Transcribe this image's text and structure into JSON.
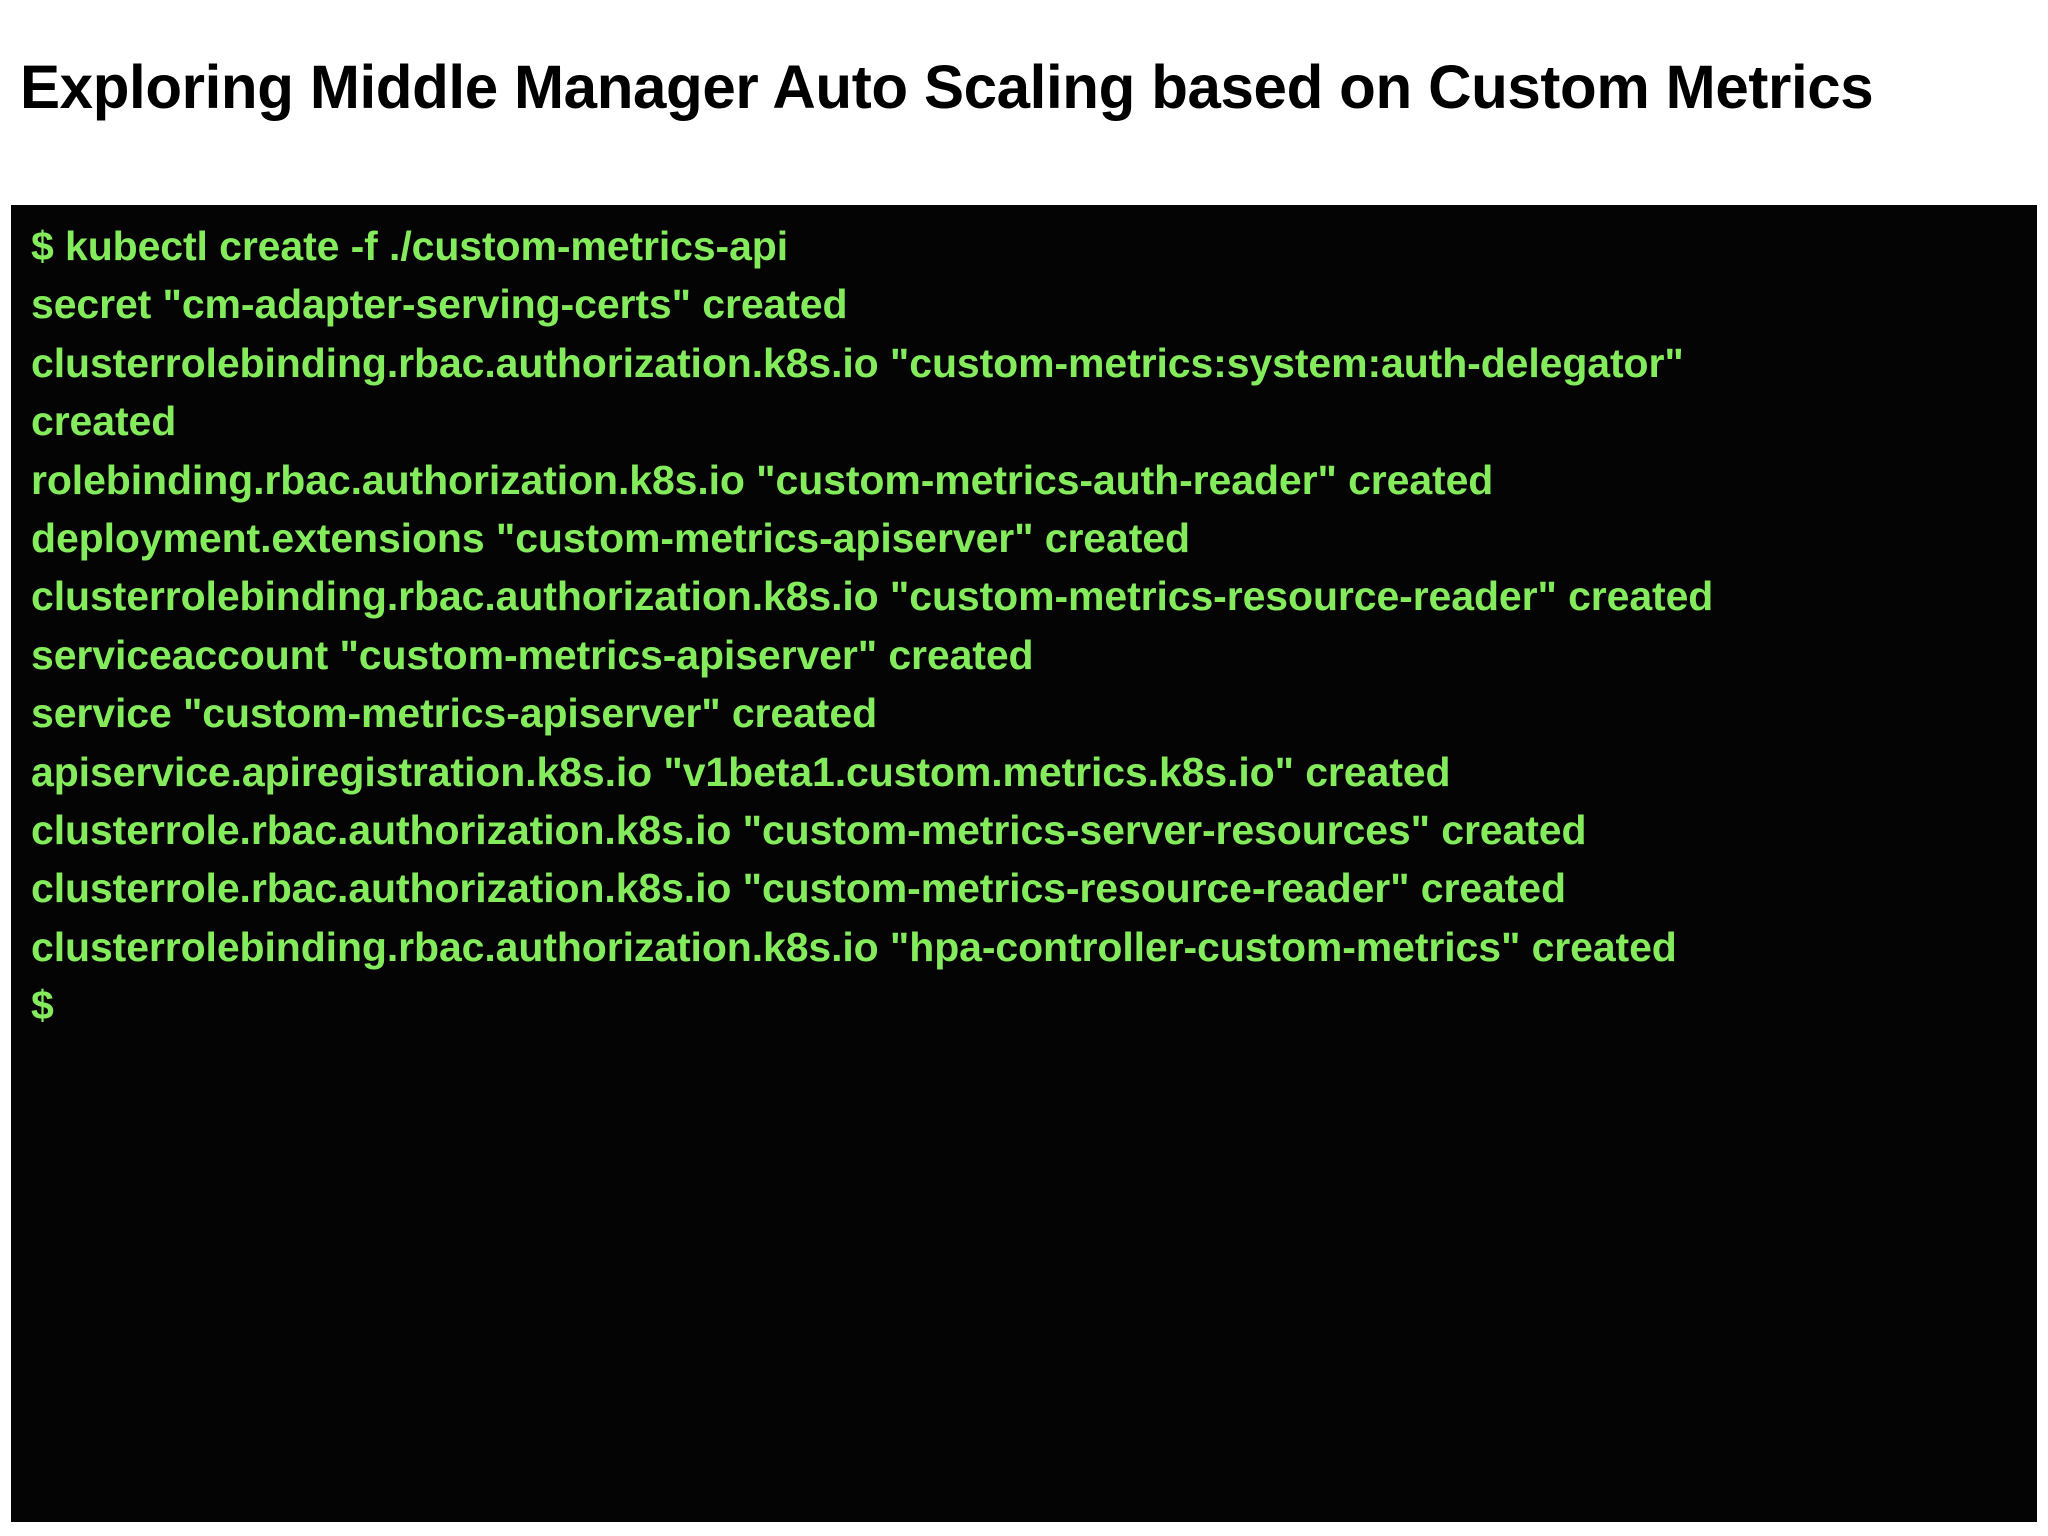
{
  "slide": {
    "title": "Exploring Middle Manager Auto Scaling based on Custom Metrics",
    "background_color": "#ffffff",
    "title_color": "#000000"
  },
  "terminal": {
    "background_color": "#040404",
    "text_color": "#84ec5c",
    "prompt_symbol": "$",
    "command": "kubectl create -f ./custom-metrics-api",
    "lines": [
      "$ kubectl create -f ./custom-metrics-api",
      "secret \"cm-adapter-serving-certs\" created",
      "clusterrolebinding.rbac.authorization.k8s.io \"custom-metrics:system:auth-delegator\"",
      "created",
      "rolebinding.rbac.authorization.k8s.io \"custom-metrics-auth-reader\" created",
      "deployment.extensions \"custom-metrics-apiserver\" created",
      "clusterrolebinding.rbac.authorization.k8s.io \"custom-metrics-resource-reader\" created",
      "serviceaccount \"custom-metrics-apiserver\" created",
      "service \"custom-metrics-apiserver\" created",
      "apiservice.apiregistration.k8s.io \"v1beta1.custom.metrics.k8s.io\" created",
      "clusterrole.rbac.authorization.k8s.io \"custom-metrics-server-resources\" created",
      "clusterrole.rbac.authorization.k8s.io \"custom-metrics-resource-reader\" created",
      "clusterrolebinding.rbac.authorization.k8s.io \"hpa-controller-custom-metrics\" created",
      "$"
    ]
  }
}
